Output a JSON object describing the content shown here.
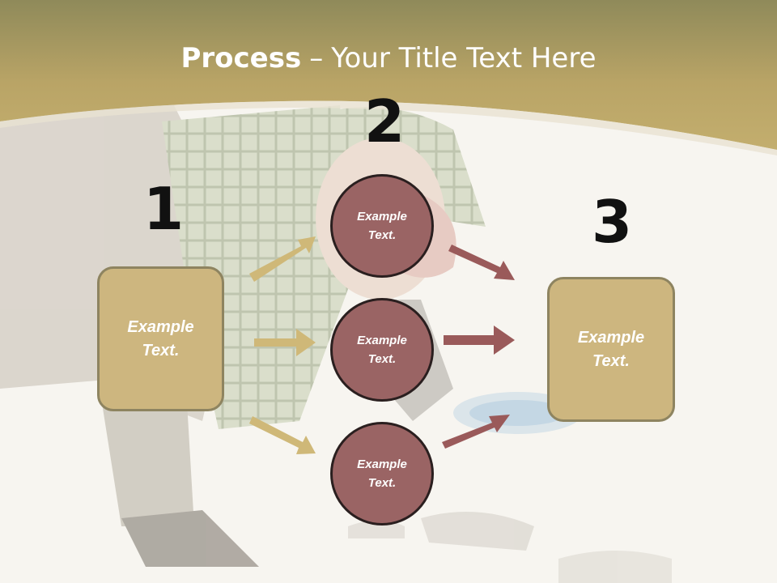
{
  "title": {
    "bold": "Process",
    "dash": "–",
    "rest": "Your Title Text Here"
  },
  "steps": [
    {
      "number": "1",
      "text": "Example\nText."
    },
    {
      "number": "2",
      "text": "Example\nText."
    },
    {
      "number": "3",
      "text": "Example\nText."
    }
  ],
  "circles": [
    {
      "text": "Example\nText."
    },
    {
      "text": "Example\nText."
    },
    {
      "text": "Example\nText."
    }
  ],
  "colors": {
    "header_band": "#bca865",
    "box_fill": "#cdb67f",
    "box_border": "#8e8460",
    "circle_fill": "#9a6464",
    "circle_border": "#2a1f1f",
    "arrow_gold": "#cfb878",
    "arrow_maroon": "#9a5a5a",
    "background": "#f7f5f0"
  }
}
